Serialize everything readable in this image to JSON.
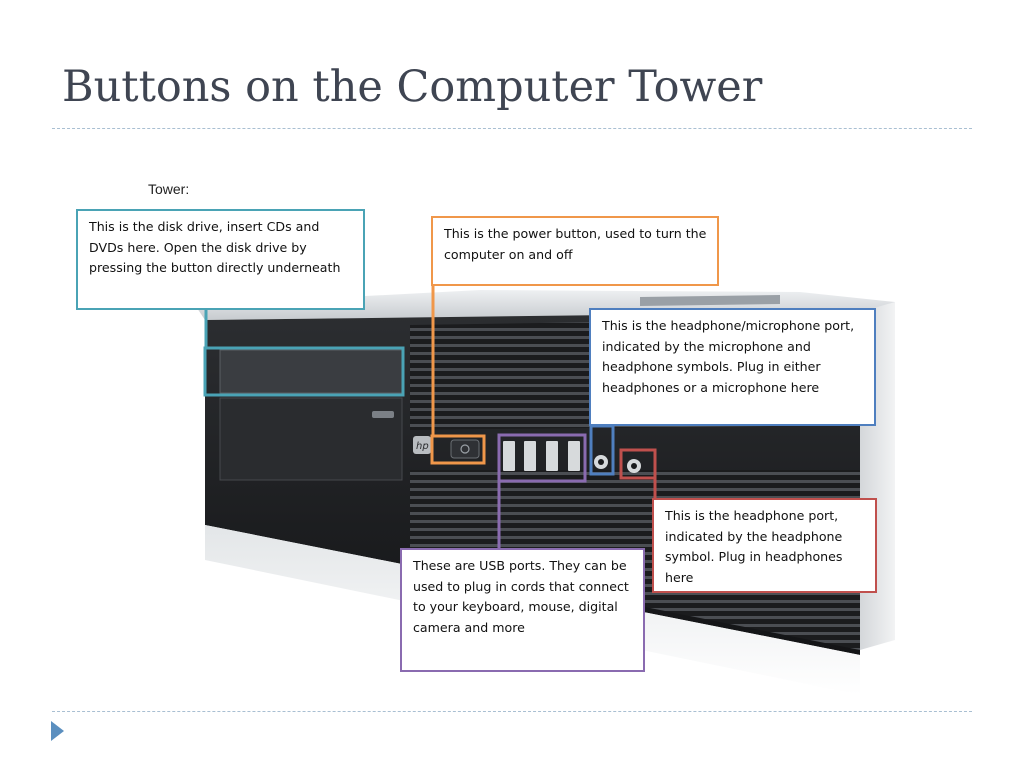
{
  "slide": {
    "title": "Buttons on the Computer Tower"
  },
  "figure": {
    "label": "Tower:",
    "logo_text": "hp",
    "colors": {
      "disk_drive": "#4aa3b5",
      "power_button": "#f0974a",
      "headphone_microphone_port": "#4f7fbf",
      "usb_ports": "#8a6bb0",
      "headphone_port": "#c0504d"
    },
    "callouts": {
      "disk_drive": "This is the disk drive, insert CDs and DVDs here. Open the disk drive by pressing the button directly underneath",
      "power_button": "This is the power button, used to turn the computer on and off",
      "headphone_microphone_port": "This is the headphone/microphone port, indicated by the microphone and headphone symbols. Plug in either headphones or a microphone here",
      "headphone_port": "This is the headphone port, indicated by the headphone symbol. Plug in headphones here",
      "usb_ports": "These are USB ports.  They can be used to plug in cords that connect to your keyboard, mouse, digital camera and more"
    }
  },
  "navigation": {
    "next_icon": "triangle-right-icon"
  }
}
